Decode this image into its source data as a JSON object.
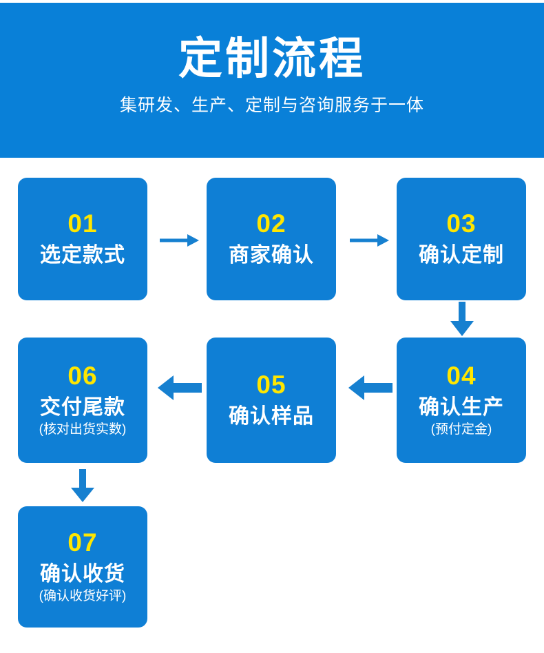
{
  "banner": {
    "title": "定制流程",
    "subtitle": "集研发、生产、定制与咨询服务于一体",
    "background_color": "#0980d8",
    "title_color": "#ffffff"
  },
  "theme": {
    "box_color": "#0f7fd5",
    "number_color": "#ffe600",
    "label_color": "#ffffff",
    "arrow_color": "#1680d0",
    "page_background": "#ffffff"
  },
  "flow": {
    "steps": [
      {
        "number": "01",
        "label": "选定款式",
        "sub": ""
      },
      {
        "number": "02",
        "label": "商家确认",
        "sub": ""
      },
      {
        "number": "03",
        "label": "确认定制",
        "sub": ""
      },
      {
        "number": "04",
        "label": "确认生产",
        "sub": "(预付定金)"
      },
      {
        "number": "05",
        "label": "确认样品",
        "sub": ""
      },
      {
        "number": "06",
        "label": "交付尾款",
        "sub": "(核对出货实数)"
      },
      {
        "number": "07",
        "label": "确认收货",
        "sub": "(确认收货好评)"
      }
    ],
    "connectors": [
      {
        "name": "arrow-01-to-02",
        "direction": "right"
      },
      {
        "name": "arrow-02-to-03",
        "direction": "right"
      },
      {
        "name": "arrow-03-to-04",
        "direction": "down"
      },
      {
        "name": "arrow-04-to-05",
        "direction": "left"
      },
      {
        "name": "arrow-05-to-06",
        "direction": "left"
      },
      {
        "name": "arrow-06-to-07",
        "direction": "down"
      }
    ]
  }
}
